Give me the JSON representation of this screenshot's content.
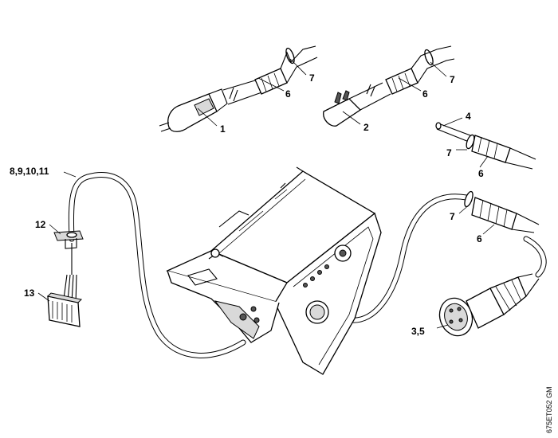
{
  "callouts": {
    "plug_euro": "1",
    "plug_uk": "2",
    "socket": "3,5",
    "cable_end": "4",
    "cable_assembly": "8,9,10,11",
    "clip": "12",
    "terminal": "13",
    "grommet_a": "6",
    "grommet_b": "6",
    "grommet_c": "6",
    "grommet_d": "6",
    "ring_a": "7",
    "ring_b": "7",
    "ring_c": "7",
    "ring_d": "7"
  },
  "reference": "675ET052 GM"
}
